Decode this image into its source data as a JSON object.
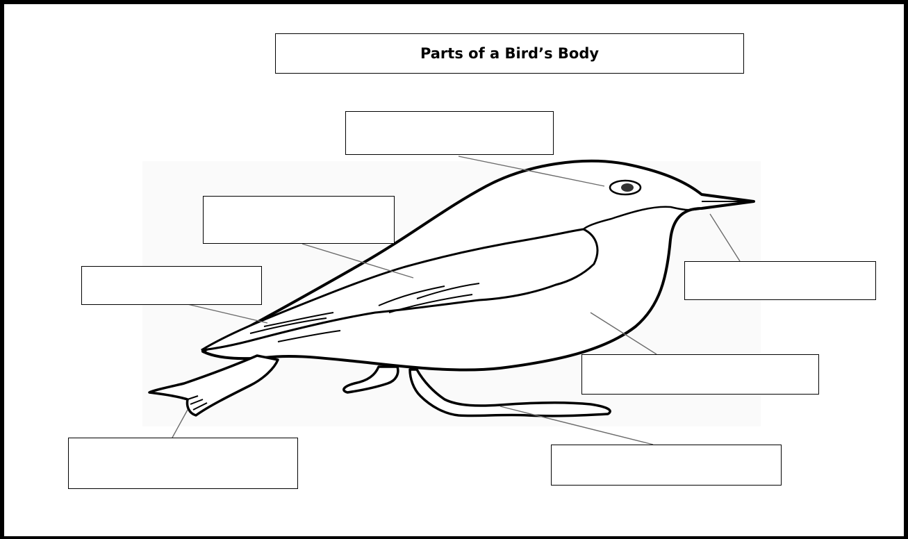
{
  "title": "Parts of a Bird’s Body",
  "labels": [
    {
      "id": "head",
      "text": ""
    },
    {
      "id": "wing",
      "text": ""
    },
    {
      "id": "back",
      "text": ""
    },
    {
      "id": "beak",
      "text": ""
    },
    {
      "id": "breast",
      "text": ""
    },
    {
      "id": "tail",
      "text": ""
    },
    {
      "id": "feet",
      "text": ""
    }
  ],
  "colors": {
    "outline": "#000000",
    "pointer": "#6b6b6b",
    "background": "#ffffff"
  },
  "icons": {
    "figure": "bird-outline-icon"
  }
}
